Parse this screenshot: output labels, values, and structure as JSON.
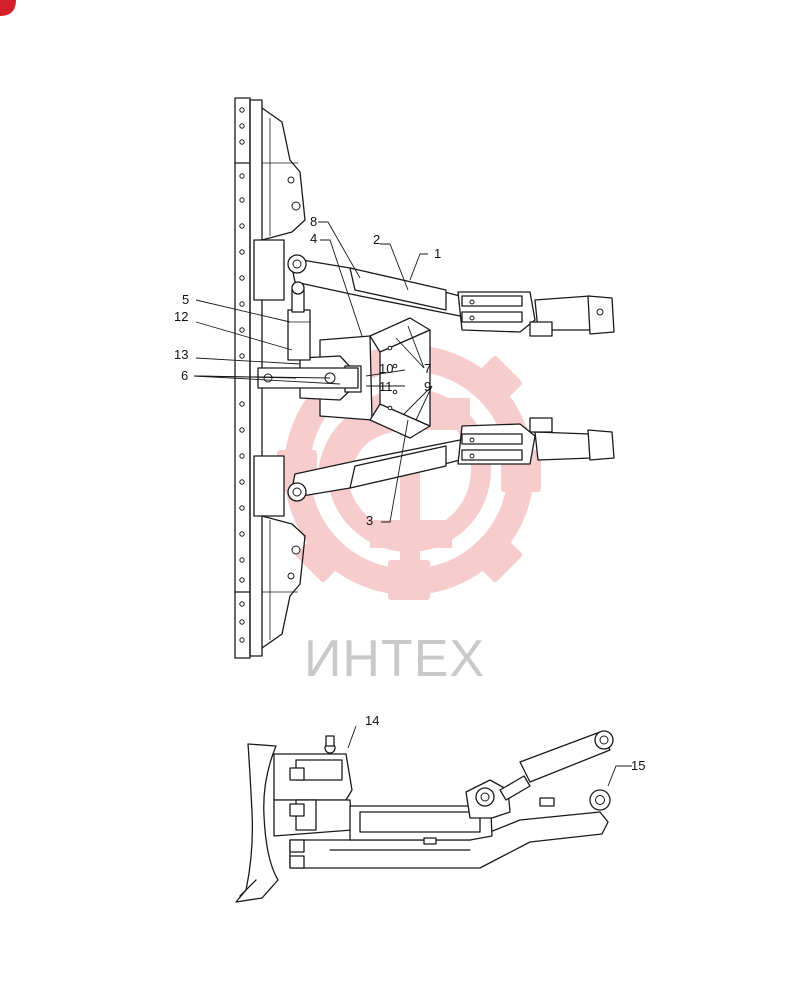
{
  "watermark": {
    "text": "ИНТЕХ",
    "gear_color": "#f2a3a3",
    "text_color": "#c9c9c9"
  },
  "corner_badge_color": "#d4202a",
  "callouts": [
    {
      "id": "c1",
      "label": "1"
    },
    {
      "id": "c2",
      "label": "2"
    },
    {
      "id": "c3",
      "label": "3"
    },
    {
      "id": "c4",
      "label": "4"
    },
    {
      "id": "c5",
      "label": "5"
    },
    {
      "id": "c6",
      "label": "6"
    },
    {
      "id": "c7",
      "label": "7"
    },
    {
      "id": "c8",
      "label": "8"
    },
    {
      "id": "c9",
      "label": "9"
    },
    {
      "id": "c10",
      "label": "10"
    },
    {
      "id": "c11",
      "label": "11"
    },
    {
      "id": "c12",
      "label": "12"
    },
    {
      "id": "c13",
      "label": "13"
    },
    {
      "id": "c14",
      "label": "14"
    },
    {
      "id": "c15",
      "label": "15"
    }
  ]
}
